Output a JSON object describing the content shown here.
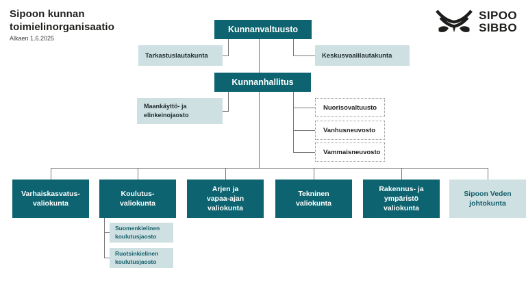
{
  "header": {
    "title": "Sipoon kunnan\ntoimielinorganisaatio",
    "subtitle": "Alkaen 1.6.2025"
  },
  "logo": {
    "icon": "sipoo-bird-logo",
    "name_fi": "SIPOO",
    "name_sv": "SIBBO"
  },
  "colors": {
    "dark_teal": "#0d6470",
    "light_teal": "#cfe0e2",
    "connector_gray": "#767676",
    "ink_black": "#1d1d1b",
    "teal_text": "#135f6b"
  },
  "org": {
    "council": {
      "label": "Kunnanvaltuusto"
    },
    "council_children": [
      {
        "label": "Tarkastuslautakunta"
      },
      {
        "label": "Keskusvaalilautakunta"
      }
    ],
    "board": {
      "label": "Kunnanhallitus"
    },
    "board_subdivision": {
      "label": "Maankäyttö- ja\nelinkeinojaosto"
    },
    "advisory_bodies": [
      {
        "label": "Nuorisovaltuusto"
      },
      {
        "label": "Vanhusneuvosto"
      },
      {
        "label": "Vammaisneuvosto"
      }
    ],
    "committees": [
      {
        "label": "Varhaiskasvatus-\nvaliokunta",
        "style": "dark"
      },
      {
        "label": "Koulutus-\nvaliokunta",
        "style": "dark"
      },
      {
        "label": "Arjen ja\nvapaa-ajan\nvaliokunta",
        "style": "dark"
      },
      {
        "label": "Tekninen\nvaliokunta",
        "style": "dark"
      },
      {
        "label": "Rakennus- ja\nympäristö\nvaliokunta",
        "style": "dark"
      },
      {
        "label": "Sipoon Veden\njohtokunta",
        "style": "light"
      }
    ],
    "education_subcommittees": [
      {
        "label": "Suomenkielinen\nkoulutusjaosto"
      },
      {
        "label": "Ruotsinkielinen\nkoulutusjaosto"
      }
    ]
  }
}
